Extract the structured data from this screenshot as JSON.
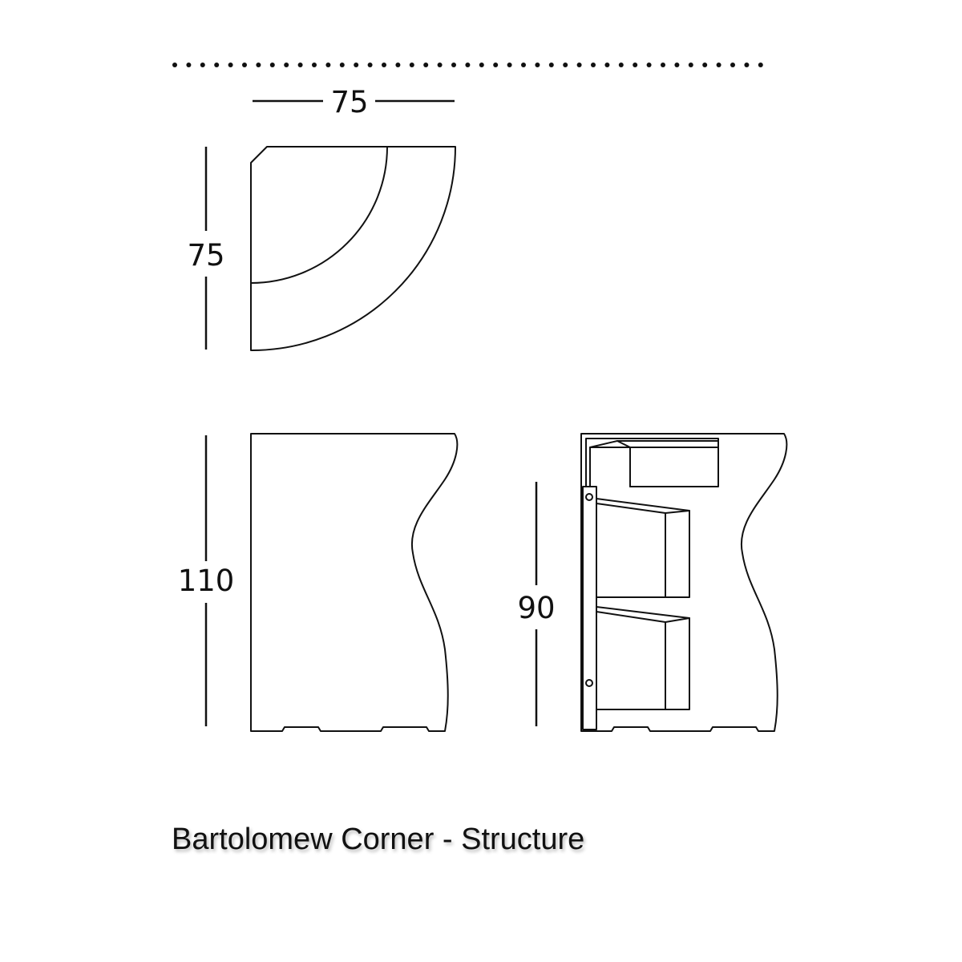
{
  "caption": "Bartolomew Corner - Structure",
  "dimensions": {
    "top_width": "75",
    "top_depth": "75",
    "front_height": "110",
    "side_height": "90"
  },
  "colors": {
    "line": "#111111",
    "background": "#ffffff"
  }
}
